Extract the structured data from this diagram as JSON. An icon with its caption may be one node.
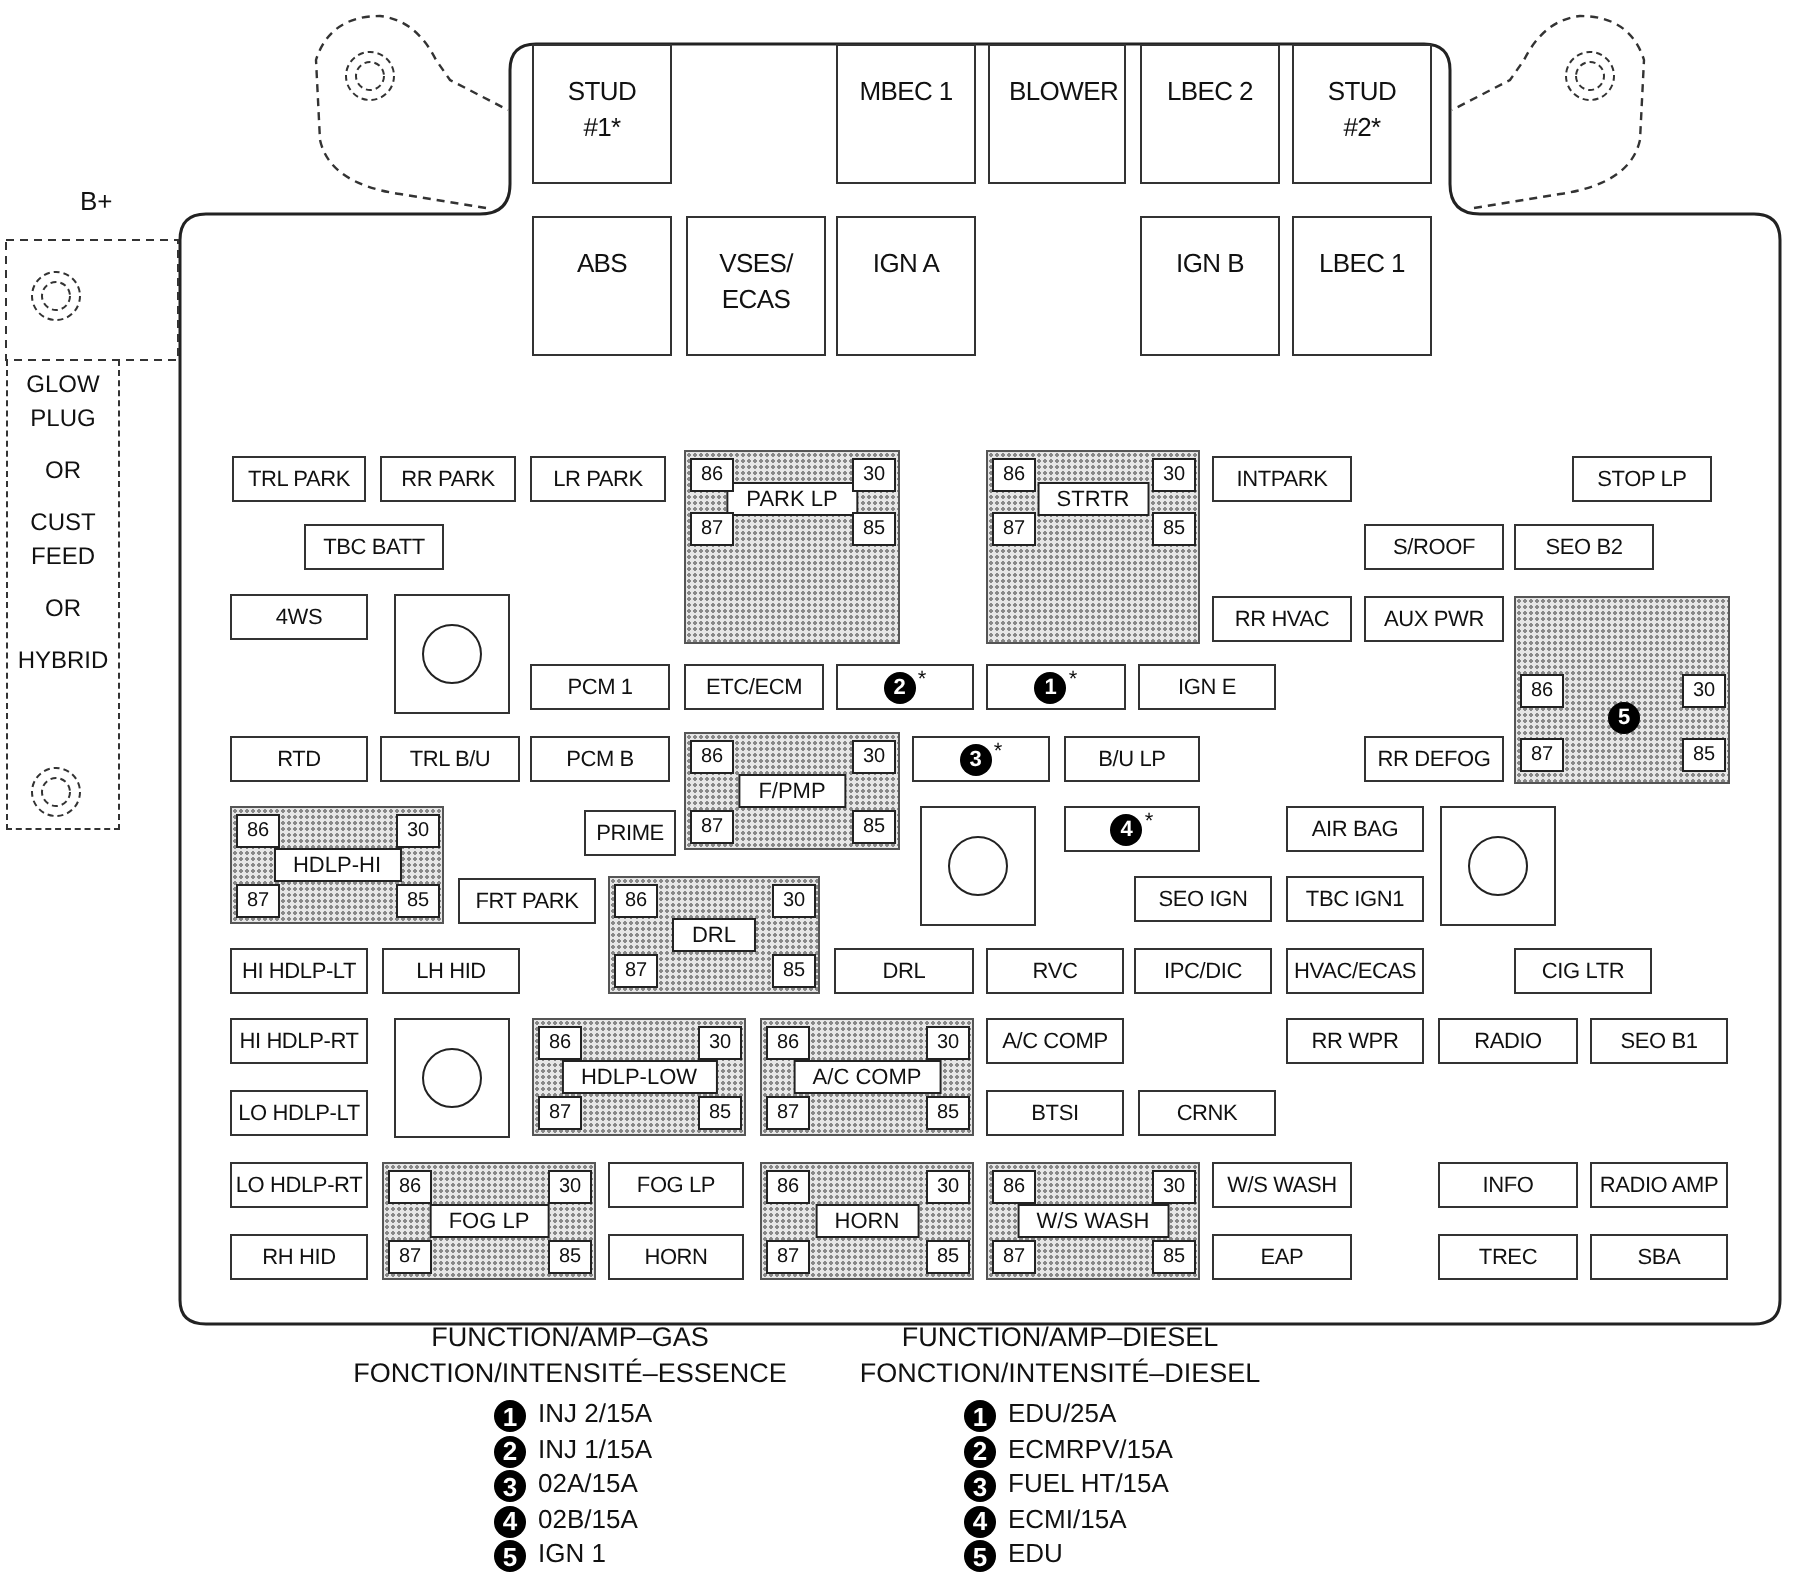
{
  "diagram": {
    "nodes": [
      {
        "text": [
          "STUD #1*"
        ]
      },
      {
        "text": [
          "MBEC 1"
        ]
      },
      {
        "text": [
          "BLOWER"
        ]
      },
      {
        "text": [
          "LBEC 2"
        ]
      },
      {
        "text": [
          "STUD #2*"
        ]
      },
      {
        "text": [
          "ABS"
        ]
      },
      {
        "text": [
          "VSES/ ECAS"
        ]
      },
      {
        "text": [
          "IGN A"
        ]
      },
      {
        "text": [
          "IGN B"
        ]
      },
      {
        "text": [
          "LBEC 1"
        ]
      },
      {
        "text": [
          "GLOW PLUG",
          "OR",
          "CUST FEED",
          "OR",
          "HYBRID"
        ]
      },
      {
        "text": [
          "TRL PARK"
        ]
      },
      {
        "text": [
          "RR PARK"
        ]
      },
      {
        "text": [
          "LR PARK"
        ]
      },
      {
        "text": [
          "PARK LP"
        ]
      },
      {
        "text": [
          "86"
        ],
        "in": 14
      },
      {
        "text": [
          "30"
        ],
        "in": 14
      },
      {
        "text": [
          "87"
        ],
        "in": 14
      },
      {
        "text": [
          "85"
        ],
        "in": 14
      },
      {
        "text": [
          "STRTR"
        ]
      },
      {
        "text": [
          "86"
        ],
        "in": 19
      },
      {
        "text": [
          "30"
        ],
        "in": 19
      },
      {
        "text": [
          "87"
        ],
        "in": 19
      },
      {
        "text": [
          "85"
        ],
        "in": 19
      },
      {
        "text": [
          "INTPARK"
        ]
      },
      {
        "text": [
          "STOP LP"
        ]
      },
      {
        "text": [
          "TBC BATT"
        ]
      },
      {
        "text": [
          "S/ROOF"
        ]
      },
      {
        "text": [
          "SEO B2"
        ]
      },
      {
        "text": [
          "4WS"
        ]
      },
      {
        "text": [],
        "shape": "box"
      },
      {
        "text": [
          "RR HVAC"
        ]
      },
      {
        "text": [
          "AUX PWR"
        ]
      },
      {
        "text": [
          "5"
        ]
      },
      {
        "text": [
          "86"
        ],
        "in": 33
      },
      {
        "text": [
          "30"
        ],
        "in": 33
      },
      {
        "text": [
          "87"
        ],
        "in": 33
      },
      {
        "text": [
          "85"
        ],
        "in": 33
      },
      {
        "text": [
          "PCM 1"
        ]
      },
      {
        "text": [
          "ETC/ECM"
        ]
      },
      {
        "text": [
          "2",
          "*"
        ]
      },
      {
        "text": [
          "1",
          "*"
        ]
      },
      {
        "text": [
          "IGN E"
        ]
      },
      {
        "text": [
          "RTD"
        ]
      },
      {
        "text": [
          "TRL B/U"
        ]
      },
      {
        "text": [
          "PCM B"
        ]
      },
      {
        "text": [
          "F/PMP"
        ]
      },
      {
        "text": [
          "86"
        ],
        "in": 46
      },
      {
        "text": [
          "30"
        ],
        "in": 46
      },
      {
        "text": [
          "87"
        ],
        "in": 46
      },
      {
        "text": [
          "85"
        ],
        "in": 46
      },
      {
        "text": [
          "3",
          "*"
        ]
      },
      {
        "text": [
          "B/U LP"
        ]
      },
      {
        "text": [
          "RR DEFOG"
        ]
      },
      {
        "text": [
          "HDLP-HI"
        ]
      },
      {
        "text": [
          "86"
        ],
        "in": 54
      },
      {
        "text": [
          "30"
        ],
        "in": 54
      },
      {
        "text": [
          "87"
        ],
        "in": 54
      },
      {
        "text": [
          "85"
        ],
        "in": 54
      },
      {
        "text": [
          "PRIME"
        ]
      },
      {
        "text": [],
        "shape": "box"
      },
      {
        "text": [
          "4",
          "*"
        ]
      },
      {
        "text": [
          "AIR BAG"
        ]
      },
      {
        "text": [],
        "shape": "box"
      },
      {
        "text": [
          "FRT PARK"
        ]
      },
      {
        "text": [
          "DRL"
        ]
      },
      {
        "text": [
          "86"
        ],
        "in": 65
      },
      {
        "text": [
          "30"
        ],
        "in": 65
      },
      {
        "text": [
          "87"
        ],
        "in": 65
      },
      {
        "text": [
          "85"
        ],
        "in": 65
      },
      {
        "text": [
          "SEO IGN"
        ]
      },
      {
        "text": [
          "TBC IGN1"
        ]
      },
      {
        "text": [
          "HI HDLP-LT"
        ]
      },
      {
        "text": [
          "LH HID"
        ]
      },
      {
        "text": [
          "DRL"
        ]
      },
      {
        "text": [
          "RVC"
        ]
      },
      {
        "text": [
          "IPC/DIC"
        ]
      },
      {
        "text": [
          "HVAC/ECAS"
        ]
      },
      {
        "text": [
          "CIG LTR"
        ]
      },
      {
        "text": [
          "HI HDLP-RT"
        ]
      },
      {
        "text": [],
        "shape": "box"
      },
      {
        "text": [
          "HDLP-LOW"
        ]
      },
      {
        "text": [
          "86"
        ],
        "in": 81
      },
      {
        "text": [
          "30"
        ],
        "in": 81
      },
      {
        "text": [
          "87"
        ],
        "in": 81
      },
      {
        "text": [
          "85"
        ],
        "in": 81
      },
      {
        "text": [
          "A/C COMP"
        ]
      },
      {
        "text": [
          "86"
        ],
        "in": 86
      },
      {
        "text": [
          "30"
        ],
        "in": 86
      },
      {
        "text": [
          "87"
        ],
        "in": 86
      },
      {
        "text": [
          "85"
        ],
        "in": 86
      },
      {
        "text": [
          "A/C COMP"
        ]
      },
      {
        "text": [
          "RR WPR"
        ]
      },
      {
        "text": [
          "RADIO"
        ]
      },
      {
        "text": [
          "SEO B1"
        ]
      },
      {
        "text": [
          "LO HDLP-LT"
        ]
      },
      {
        "text": [
          "BTSI"
        ]
      },
      {
        "text": [
          "CRNK"
        ]
      },
      {
        "text": [
          "LO HDLP-RT"
        ]
      },
      {
        "text": [
          "FOG LP"
        ]
      },
      {
        "text": [
          "86"
        ],
        "in": 99
      },
      {
        "text": [
          "30"
        ],
        "in": 99
      },
      {
        "text": [
          "87"
        ],
        "in": 99
      },
      {
        "text": [
          "85"
        ],
        "in": 99
      },
      {
        "text": [
          "FOG LP"
        ]
      },
      {
        "text": [
          "HORN"
        ]
      },
      {
        "text": [
          "86"
        ],
        "in": 105
      },
      {
        "text": [
          "30"
        ],
        "in": 105
      },
      {
        "text": [
          "87"
        ],
        "in": 105
      },
      {
        "text": [
          "85"
        ],
        "in": 105
      },
      {
        "text": [
          "W/S WASH"
        ]
      },
      {
        "text": [
          "86"
        ],
        "in": 110
      },
      {
        "text": [
          "30"
        ],
        "in": 110
      },
      {
        "text": [
          "87"
        ],
        "in": 110
      },
      {
        "text": [
          "85"
        ],
        "in": 110
      },
      {
        "text": [
          "W/S WASH"
        ]
      },
      {
        "text": [
          "INFO"
        ]
      },
      {
        "text": [
          "RADIO AMP"
        ]
      },
      {
        "text": [
          "RH HID"
        ]
      },
      {
        "text": [
          "HORN"
        ]
      },
      {
        "text": [
          "EAP"
        ]
      },
      {
        "text": [
          "TREC"
        ]
      },
      {
        "text": [
          "SBA"
        ]
      }
    ],
    "labels": [
      "B+",
      "FUNCTION/AMP–GAS",
      "FUNCTION/AMP–DIESEL",
      "FONCTION/INTENSITÉ–ESSENCE",
      "FONCTION/INTENSITÉ–DIESEL",
      "1",
      "INJ 2/15A",
      "1",
      "EDU/25A",
      "2",
      "INJ 1/15A",
      "2",
      "ECMRPV/15A",
      "3",
      "02A/15A",
      "3",
      "FUEL HT/15A",
      "4",
      "02B/15A",
      "4",
      "ECMI/15A",
      "5",
      "IGN 1",
      "5",
      "EDU"
    ]
  }
}
